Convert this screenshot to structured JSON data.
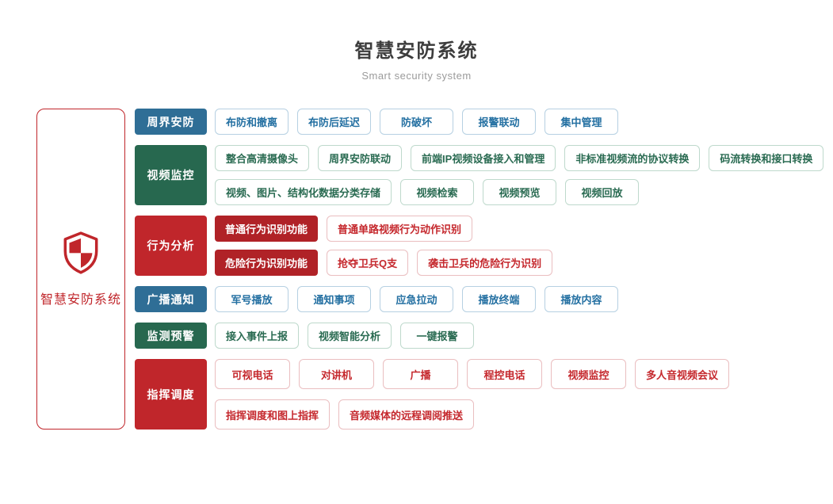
{
  "header": {
    "title": "智慧安防系统",
    "subtitle": "Smart security system"
  },
  "root": {
    "label": "智慧安防系统",
    "icon": "shield-icon"
  },
  "colors": {
    "blue": "#2f6e96",
    "green": "#27684f",
    "red": "#c0262b",
    "sub_red": "#b02227",
    "blue_text": "#2470a2",
    "green_text": "#2a6b52",
    "red_text": "#c5282d",
    "title_text": "#3d3d3d",
    "subtitle_text": "#9b9b9b"
  },
  "branches": [
    {
      "label": "周界安防",
      "theme": "blue",
      "lines": [
        [
          "布防和撤离",
          "布防后延迟",
          "防破坏",
          "报警联动",
          "集中管理"
        ]
      ]
    },
    {
      "label": "视频监控",
      "theme": "green",
      "lines": [
        [
          "整合高清摄像头",
          "周界安防联动",
          "前端IP视频设备接入和管理",
          "非标准视频流的协议转换",
          "码流转换和接口转换"
        ],
        [
          "视频、图片、结构化数据分类存储",
          "视频检索",
          "视频预览",
          "视频回放"
        ]
      ]
    },
    {
      "label": "行为分析",
      "theme": "red",
      "lines": [
        [
          "普通行为识别功能",
          "普通单路视频行为动作识别"
        ],
        [
          "危险行为识别功能",
          "抢夺卫兵Q支",
          "袭击卫兵的危险行为识别"
        ]
      ]
    },
    {
      "label": "广播通知",
      "theme": "blue",
      "lines": [
        [
          "军号播放",
          "通知事项",
          "应急拉动",
          "播放终端",
          "播放内容"
        ]
      ]
    },
    {
      "label": "监测预警",
      "theme": "green",
      "lines": [
        [
          "接入事件上报",
          "视频智能分析",
          "一键报警"
        ]
      ]
    },
    {
      "label": "指挥调度",
      "theme": "red",
      "lines": [
        [
          "可视电话",
          "对讲机",
          "广播",
          "程控电话",
          "视频监控",
          "多人音视频会议"
        ],
        [
          "指挥调度和图上指挥",
          "音频媒体的远程调阅推送"
        ]
      ]
    }
  ]
}
